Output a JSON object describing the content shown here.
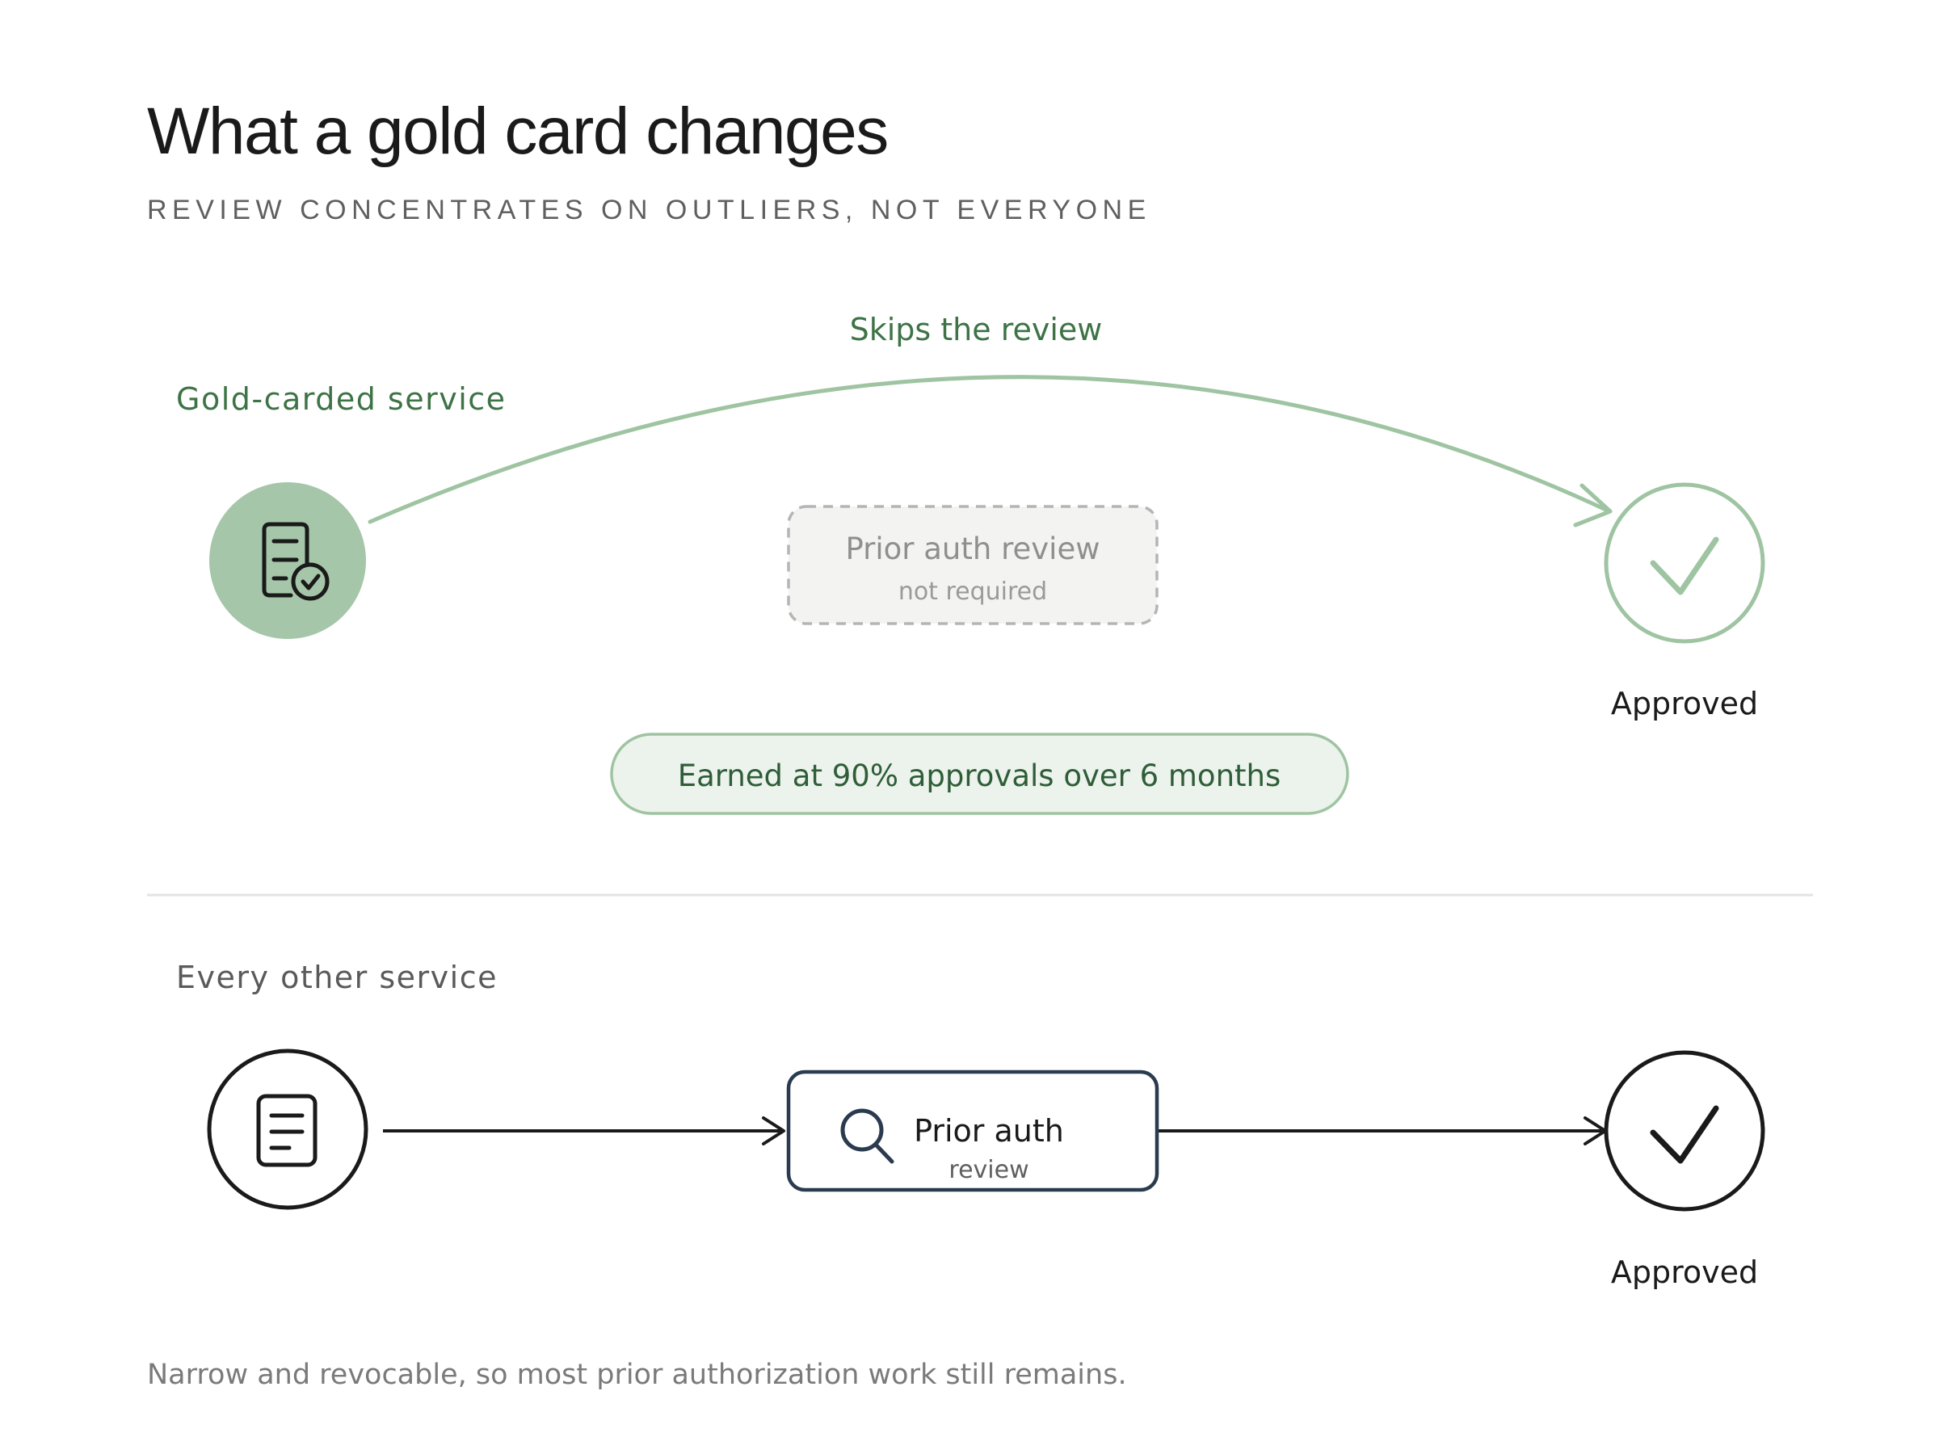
{
  "title": "What a gold card changes",
  "subtitle": "REVIEW CONCENTRATES ON OUTLIERS, NOT EVERYONE",
  "gold_flow": {
    "section_label": "Gold-carded service",
    "skip_label": "Skips the review",
    "start_icon": "document-check-icon",
    "bypassed_step": {
      "label": "Prior auth review",
      "sublabel": "not required"
    },
    "end_icon": "checkmark-icon",
    "end_label": "Approved",
    "criteria": "Earned at 90% approvals over 6 months"
  },
  "standard_flow": {
    "section_label": "Every other service",
    "start_icon": "document-icon",
    "review_step": {
      "icon": "magnifier-icon",
      "label": "Prior auth",
      "sublabel": "review"
    },
    "end_icon": "checkmark-icon",
    "end_label": "Approved"
  },
  "footnote": "Narrow and revocable, so most prior authorization work still remains.",
  "colors": {
    "gold_accent": "#3d7346",
    "gold_fill": "#a5c6a8",
    "gold_line": "#9fc4a2",
    "pill_fill": "#ebf3ec",
    "ghost_fill": "#f3f3f2",
    "ghost_border": "#b5b5b5",
    "dark": "#1a1a1a",
    "box_border": "#2b3b4f",
    "divider": "#e3e3e3"
  }
}
